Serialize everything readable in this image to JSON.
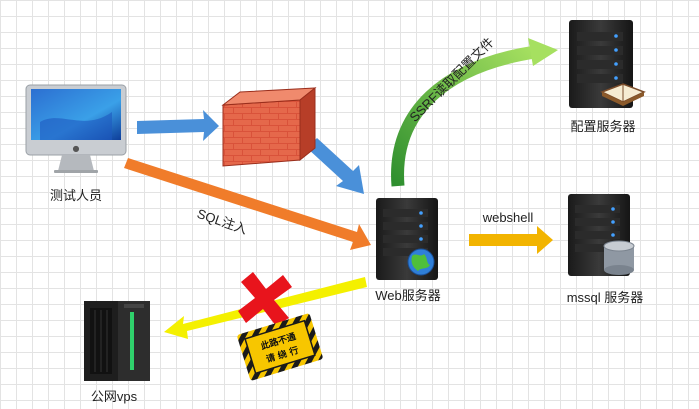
{
  "nodes": {
    "tester": {
      "label": "测试人员"
    },
    "config_server": {
      "label": "配置服务器"
    },
    "web_server": {
      "label": "Web服务器"
    },
    "mssql_server": {
      "label": "mssql 服务器"
    },
    "public_vps": {
      "label": "公网vps"
    }
  },
  "edges": {
    "ssrf": {
      "label": "SSRF读取配置文件"
    },
    "sqli": {
      "label": "SQL注入"
    },
    "webshell": {
      "label": "webshell"
    }
  },
  "sign": {
    "line1": "此路不通",
    "line2": "请 绕 行"
  },
  "colors": {
    "blue_arrow": "#4a90d9",
    "orange_arrow": "#f07c2a",
    "green_arrow": "#6abf3a",
    "yellow_arrow": "#f2b400",
    "blocked_arrow": "#f4f000",
    "red_cross": "#e8141c"
  }
}
